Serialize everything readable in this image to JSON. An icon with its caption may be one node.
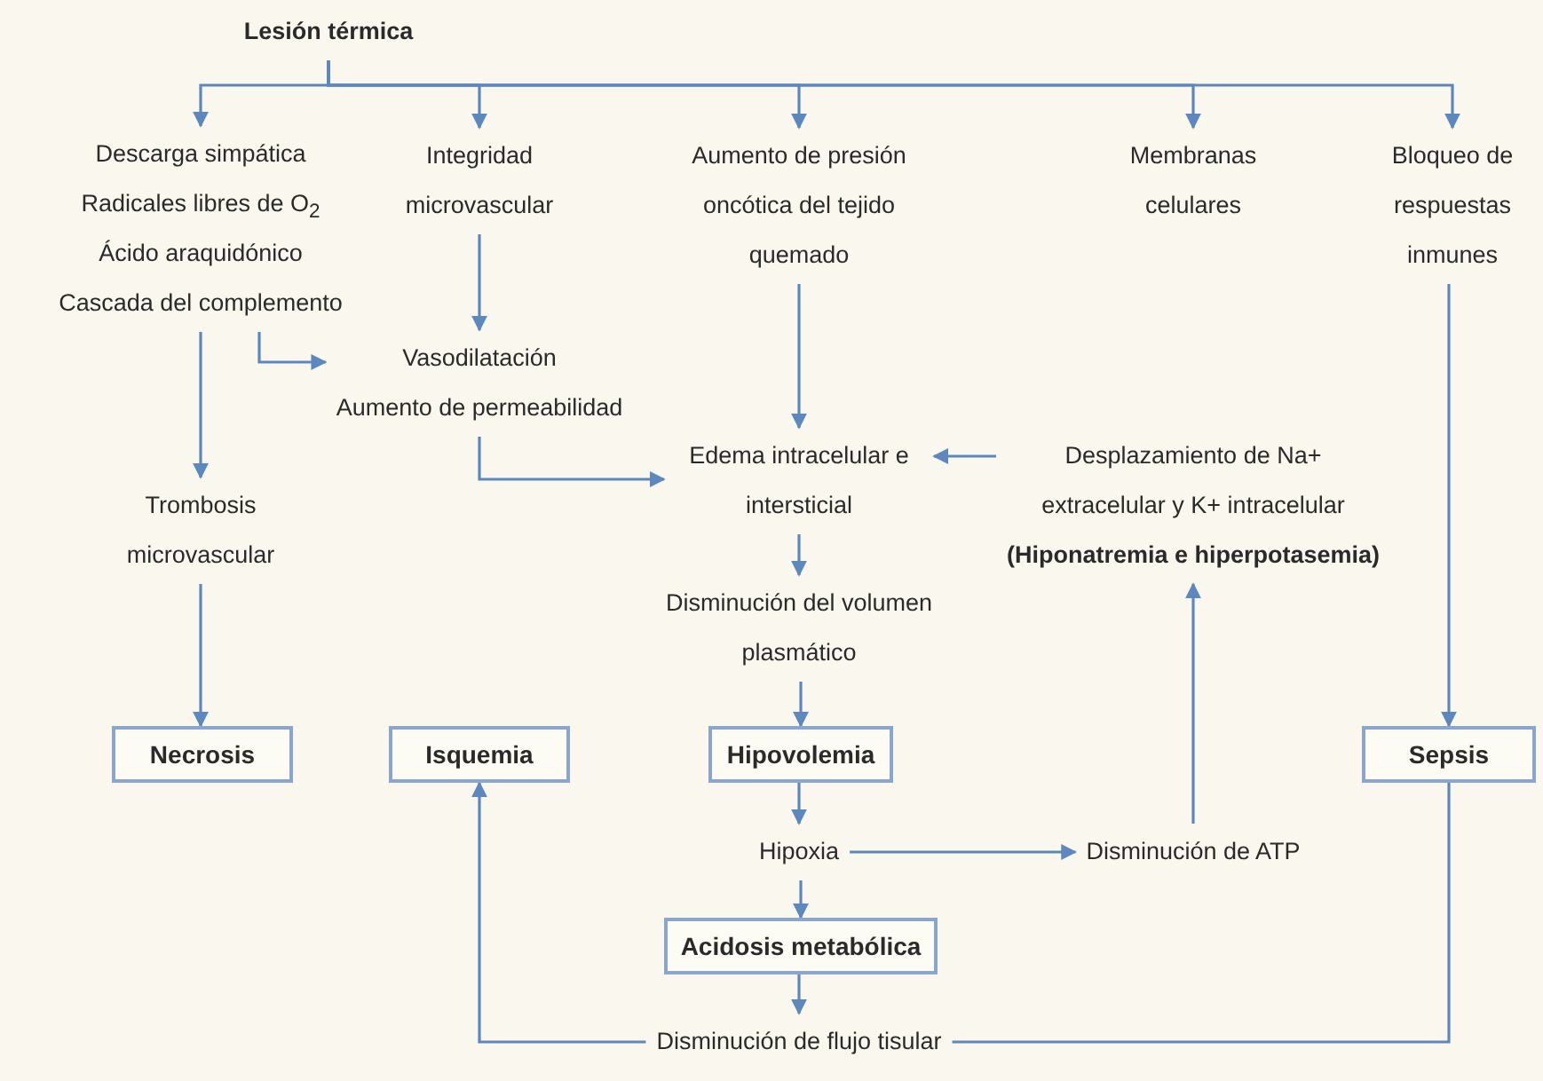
{
  "diagram": {
    "nodes": [
      {
        "text": [
          "Lesión térmica"
        ]
      },
      {
        "text": [
          "Descarga simpática",
          "Radicales libres de O$_{2}$",
          "Ácido araquidónico",
          "Cascada del complemento"
        ]
      },
      {
        "text": [
          "Integridad microvascular"
        ]
      },
      {
        "text": [
          "Aumento de presión oncótica del tejido quemado"
        ]
      },
      {
        "text": [
          "Membranas celulares"
        ]
      },
      {
        "text": [
          "Bloqueo de respuestas inmunes"
        ]
      },
      {
        "text": [
          "Vasodilatación",
          "Aumento de permeabilidad"
        ]
      },
      {
        "text": [
          "Trombosis microvascular"
        ]
      },
      {
        "text": [
          "Edema intracelular e intersticial"
        ]
      },
      {
        "text": [
          "Desplazamiento de Na+ extracelular y K+ intracelular",
          "(Hiponatremia e hiperpotasemia)"
        ]
      },
      {
        "text": [
          "Disminución del volumen plasmático"
        ]
      },
      {
        "text": [
          "Necrosis"
        ]
      },
      {
        "text": [
          "Isquemia"
        ]
      },
      {
        "text": [
          "Hipovolemia"
        ]
      },
      {
        "text": [
          "Sepsis"
        ]
      },
      {
        "text": [
          "Hipoxia"
        ]
      },
      {
        "text": [
          "Disminución de ATP"
        ]
      },
      {
        "text": [
          "Acidosis metabólica"
        ]
      },
      {
        "text": [
          "Disminución de flujo tisular"
        ]
      }
    ],
    "edges": [
      {
        "from": 0,
        "to": 1,
        "arrow": "to"
      },
      {
        "from": 0,
        "to": 2,
        "arrow": "to"
      },
      {
        "from": 0,
        "to": 3,
        "arrow": "to"
      },
      {
        "from": 0,
        "to": 4,
        "arrow": "to"
      },
      {
        "from": 0,
        "to": 5,
        "arrow": "to"
      },
      {
        "from": 1,
        "to": 6,
        "arrow": "to"
      },
      {
        "from": 1,
        "to": 7,
        "arrow": "to"
      },
      {
        "from": 2,
        "to": 6,
        "arrow": "to"
      },
      {
        "from": 6,
        "to": 8,
        "arrow": "to"
      },
      {
        "from": 3,
        "to": 8,
        "arrow": "to"
      },
      {
        "from": 9,
        "to": 8,
        "arrow": "to"
      },
      {
        "from": 8,
        "to": 10,
        "arrow": "to"
      },
      {
        "from": 7,
        "to": 11,
        "arrow": "to"
      },
      {
        "from": 10,
        "to": 13,
        "arrow": "to"
      },
      {
        "from": 13,
        "to": 15,
        "arrow": "to"
      },
      {
        "from": 15,
        "to": 16,
        "arrow": "to"
      },
      {
        "from": 16,
        "to": 9,
        "arrow": "to"
      },
      {
        "from": 15,
        "to": 17,
        "arrow": "to"
      },
      {
        "from": 17,
        "to": 18,
        "arrow": "to"
      },
      {
        "from": 18,
        "to": 12,
        "arrow": "to"
      },
      {
        "from": 5,
        "to": 14,
        "arrow": "to"
      },
      {
        "from": 14,
        "to": 18,
        "arrow": "none"
      }
    ]
  }
}
